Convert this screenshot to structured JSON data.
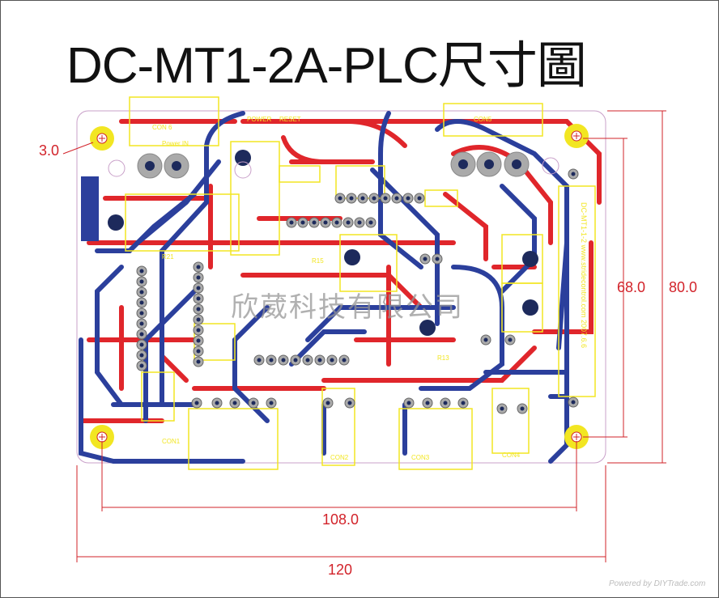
{
  "title": "DC-MT1-2A-PLC尺寸圖",
  "dimensions": {
    "hole_diameter": "3.0",
    "hole_span_vertical": "68.0",
    "board_height": "80.0",
    "hole_span_horizontal": "108.0",
    "board_width": "120"
  },
  "silkscreen_labels": {
    "con6": "CON 6",
    "power_in": "Power IN",
    "power": "POWER",
    "reset": "RESET",
    "con5": "CON5",
    "con1": "CON1",
    "con2": "CON2",
    "con3": "CON3",
    "con4": "CON4",
    "r21": "R21",
    "r15": "R15",
    "r13": "R13",
    "vertical_text": "DC-MT1-1-2  www.stridecontrol.com  2007.6.6"
  },
  "colors": {
    "top_copper": "#e0262b",
    "bottom_copper": "#2b3f9c",
    "silkscreen": "#f2e622",
    "dimension": "#d2232a"
  },
  "watermark_company": "欣葳科技有限公司",
  "watermark_site": "Powered by DIYTrade.com"
}
